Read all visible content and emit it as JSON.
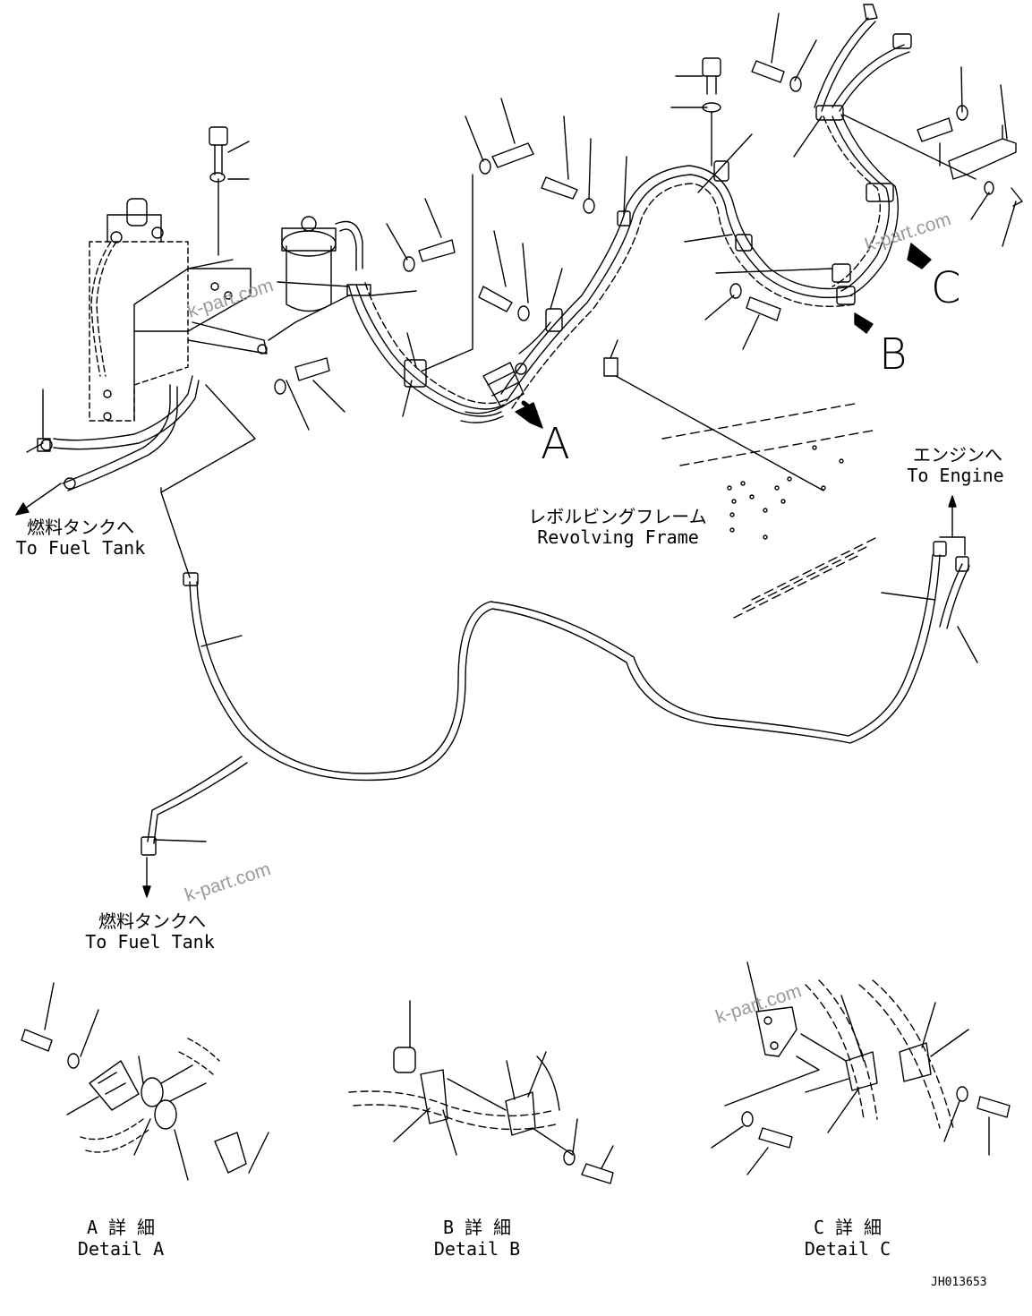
{
  "labels": {
    "fuel_tank_left_jp": "燃料タンクへ",
    "fuel_tank_left_en": "To Fuel Tank",
    "fuel_tank_bottom_jp": "燃料タンクへ",
    "fuel_tank_bottom_en": "To Fuel Tank",
    "engine_jp": "エンジンへ",
    "engine_en": "To Engine",
    "frame_jp": "レボルビングフレーム",
    "frame_en": "Revolving Frame",
    "detail_a_jp": "A 詳 細",
    "detail_a_en": "Detail A",
    "detail_b_jp": "B 詳 細",
    "detail_b_en": "Detail B",
    "detail_c_jp": "C 詳 細",
    "detail_c_en": "Detail C"
  },
  "markers": {
    "a": "A",
    "b": "B",
    "c": "C"
  },
  "watermarks": [
    "k-part.com",
    "k-part.com",
    "k-part.com",
    "k-part.com"
  ],
  "drawing_code": "JH013653",
  "colors": {
    "line": "#000000",
    "watermark": "#9a9a9a"
  }
}
